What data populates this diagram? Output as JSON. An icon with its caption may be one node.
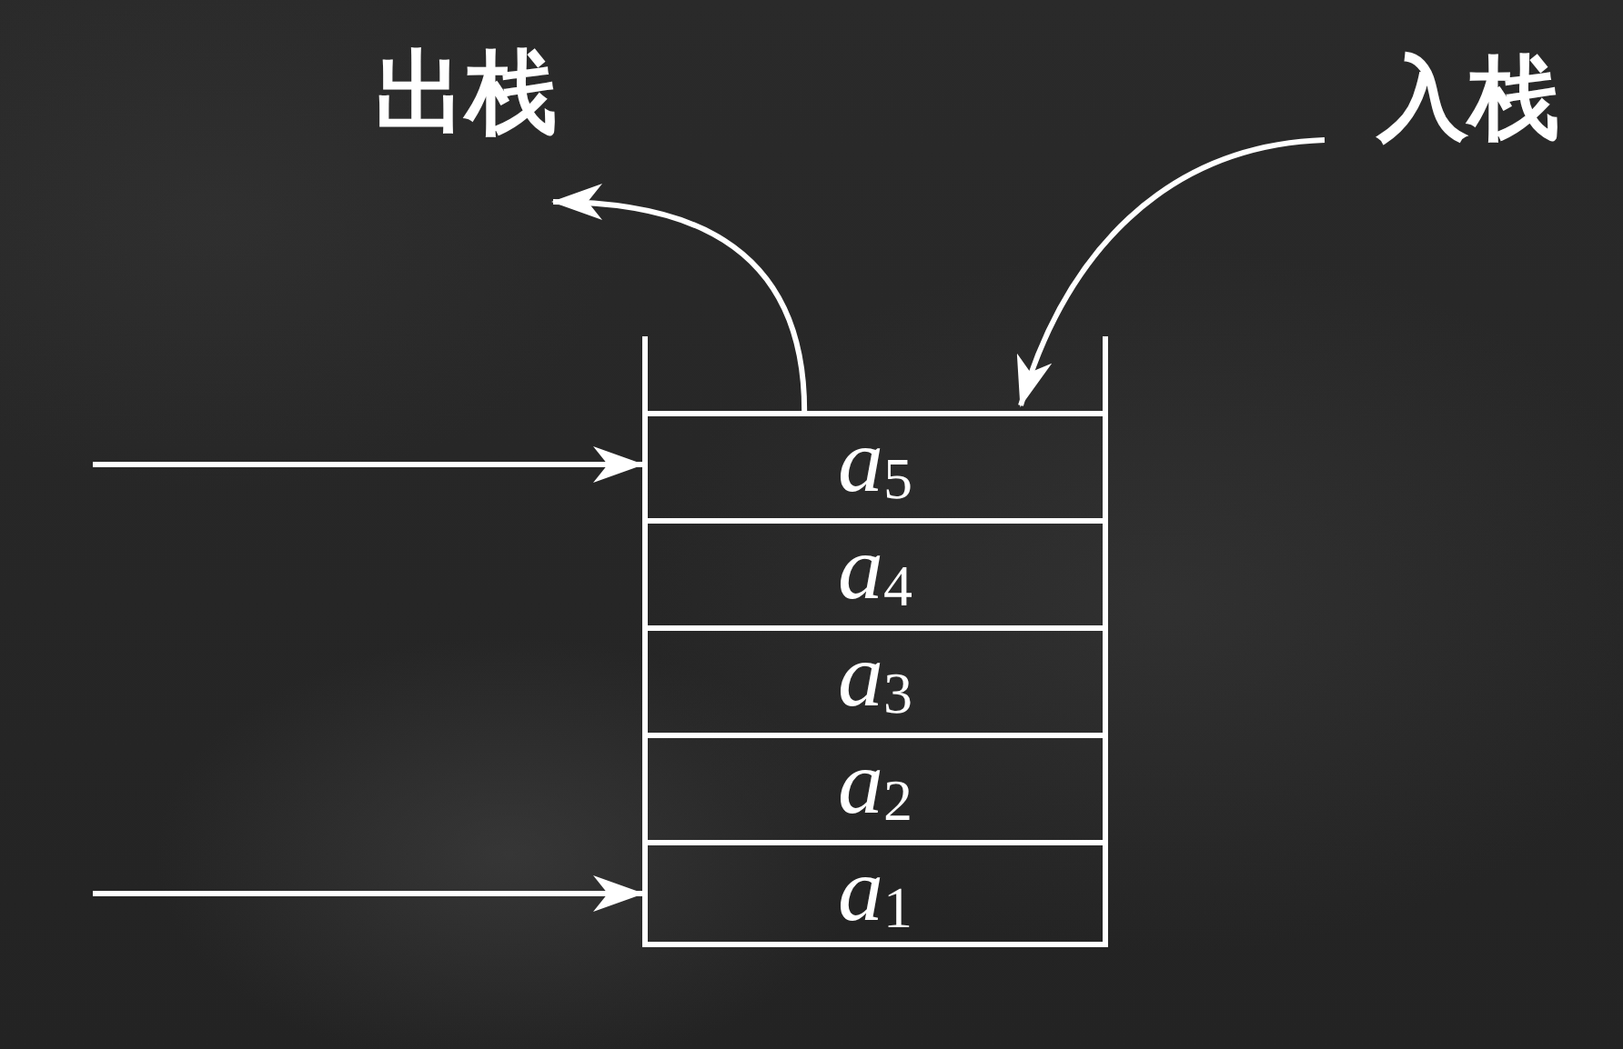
{
  "diagram": {
    "nodes": [
      {
        "text": [
          "出栈"
        ]
      },
      {
        "text": [
          "入栈"
        ]
      },
      {
        "text": [],
        "shape": "box"
      },
      {
        "text": [
          "*a*$_{5}$"
        ],
        "in": 2
      },
      {
        "text": [
          "*a*$_{4}$"
        ],
        "in": 2
      },
      {
        "text": [
          "*a*$_{3}$"
        ],
        "in": 2
      },
      {
        "text": [
          "*a*$_{2}$"
        ],
        "in": 2
      },
      {
        "text": [
          "*a*$_{1}$"
        ],
        "in": 2
      }
    ],
    "edges": [
      {
        "from": 3,
        "to": 0,
        "arrow": "to"
      },
      {
        "from": 1,
        "to": 3,
        "arrow": "to"
      },
      {
        "from": null,
        "to": 3,
        "arrow": "to"
      },
      {
        "from": null,
        "to": 7,
        "arrow": "to"
      }
    ]
  }
}
